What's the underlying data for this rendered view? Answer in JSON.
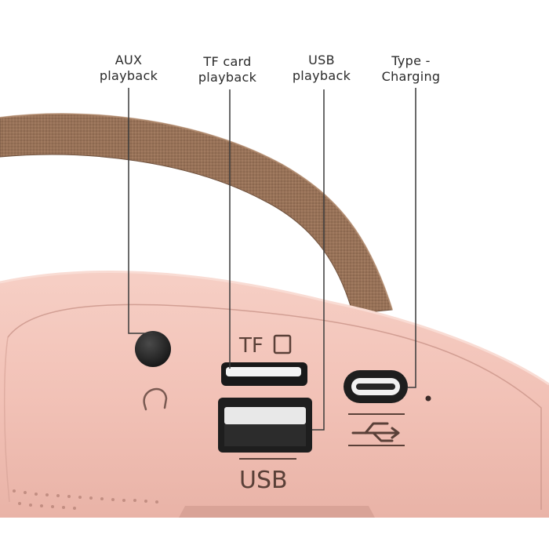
{
  "callouts": {
    "aux": "AUX\nplayback",
    "tf": "TF card\nplayback",
    "usb": "USB\nplayback",
    "typec": "Type -\nCharging"
  },
  "port_markings": {
    "tf": "TF",
    "usb": "USB"
  },
  "colors": {
    "body_pink": "#f2c4ba",
    "body_shadow": "#e3aea3",
    "strap_brown": "#9a7459",
    "strap_dark": "#7a5a44",
    "port_black": "#1e1e1e",
    "line_color": "#3a3a3a"
  }
}
